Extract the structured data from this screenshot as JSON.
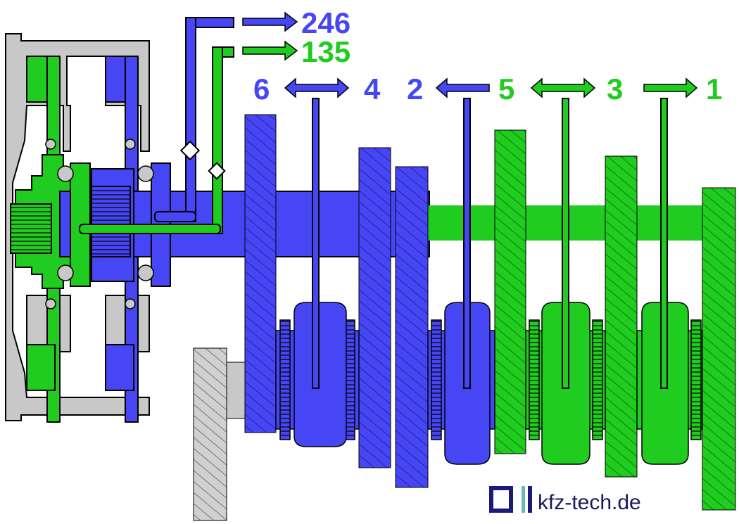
{
  "colors": {
    "odd": "#1fcc1f",
    "even": "#4646f5",
    "housing": "#c8c8c8",
    "outline": "#000000"
  },
  "top_labels": {
    "even_shaft": "246",
    "odd_shaft": "135"
  },
  "gear_labels": {
    "g6": "6",
    "g4": "4",
    "g2": "2",
    "g5": "5",
    "g3": "3",
    "g1": "1"
  },
  "logo": {
    "text": "kfz-tech.de"
  }
}
